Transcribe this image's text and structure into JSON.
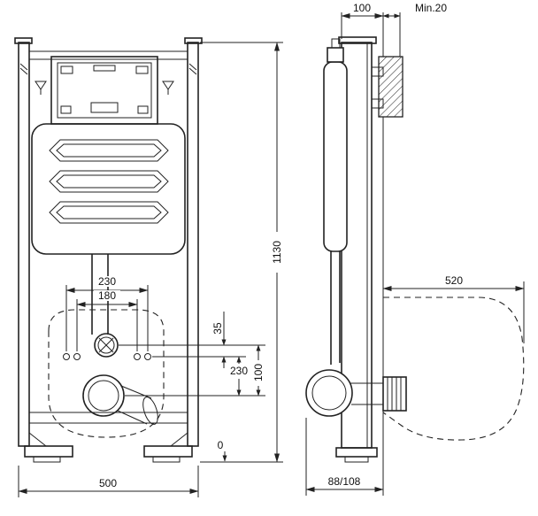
{
  "dims": {
    "front": {
      "width": "500",
      "height": "1130",
      "fixing_outer": "230",
      "fixing_inner": "180",
      "inlet_offset": "35",
      "mid": "230",
      "inlet_to_outlet": "100",
      "floor": "0"
    },
    "side": {
      "frame_depth": "100",
      "wall_min": "Min.20",
      "bowl_length": "520",
      "outlet_offset": "88/108"
    }
  }
}
